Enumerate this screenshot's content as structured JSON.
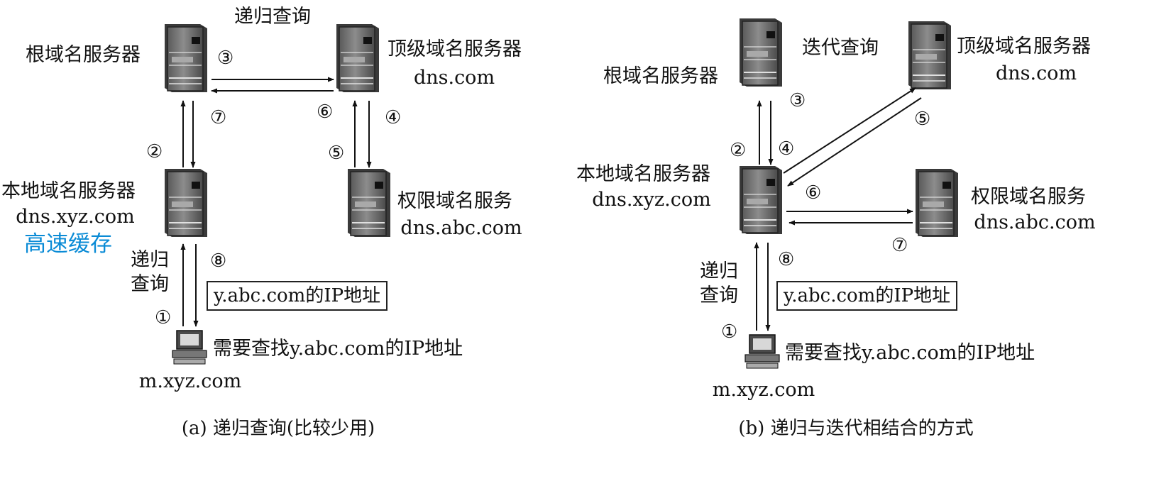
{
  "panel_a": {
    "caption": "(a) 递归查询(比较少用)",
    "top_label": "递归查询",
    "root_server": "根域名服务器",
    "tld_server": "顶级域名服务器",
    "tld_domain": "dns.com",
    "local_server": "本地域名服务器",
    "local_domain": "dns.xyz.com",
    "cache_note": "高速缓存",
    "auth_server": "权限域名服务",
    "auth_domain": "dns.abc.com",
    "client_query_1": "递归",
    "client_query_2": "查询",
    "result_box": "y.abc.com的IP地址",
    "client_need": "需要查找y.abc.com的IP地址",
    "client_host": "m.xyz.com",
    "steps": [
      "①",
      "②",
      "③",
      "④",
      "⑤",
      "⑥",
      "⑦",
      "⑧"
    ]
  },
  "panel_b": {
    "caption": "(b) 递归与迭代相结合的方式",
    "top_label": "迭代查询",
    "root_server": "根域名服务器",
    "tld_server": "顶级域名服务器",
    "tld_domain": "dns.com",
    "local_server": "本地域名服务器",
    "local_domain": "dns.xyz.com",
    "auth_server": "权限域名服务",
    "auth_domain": "dns.abc.com",
    "client_query_1": "递归",
    "client_query_2": "查询",
    "result_box": "y.abc.com的IP地址",
    "client_need": "需要查找y.abc.com的IP地址",
    "client_host": "m.xyz.com",
    "steps": [
      "①",
      "②",
      "③",
      "④",
      "⑤",
      "⑥",
      "⑦",
      "⑧"
    ]
  },
  "colors": {
    "cache_note": "#0a8bd6",
    "ink": "#111111"
  }
}
